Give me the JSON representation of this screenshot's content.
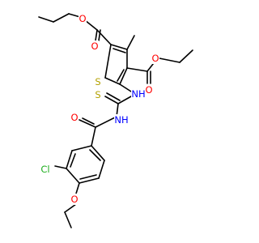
{
  "molecule": {
    "atoms": [
      {
        "id": "a1",
        "symbol": "O",
        "color": "#ff0000",
        "label": "O"
      },
      {
        "id": "a2",
        "symbol": "O",
        "color": "#ff0000",
        "label": "O"
      },
      {
        "id": "a3",
        "symbol": "S",
        "color": "#b3a100",
        "label": "S"
      },
      {
        "id": "a4",
        "symbol": "O",
        "color": "#ff0000",
        "label": "O"
      },
      {
        "id": "a5",
        "symbol": "O",
        "color": "#ff0000",
        "label": "O"
      },
      {
        "id": "a6",
        "symbol": "NH",
        "color": "#0000ff",
        "label": "NH"
      },
      {
        "id": "a7",
        "symbol": "S",
        "color": "#b3a100",
        "label": "S"
      },
      {
        "id": "a8",
        "symbol": "NH",
        "color": "#0000ff",
        "label": "NH"
      },
      {
        "id": "a9",
        "symbol": "O",
        "color": "#ff0000",
        "label": "O"
      },
      {
        "id": "a10",
        "symbol": "Cl",
        "color": "#1fae1f",
        "label": "Cl"
      },
      {
        "id": "a11",
        "symbol": "O",
        "color": "#ff0000",
        "label": "O"
      }
    ]
  }
}
